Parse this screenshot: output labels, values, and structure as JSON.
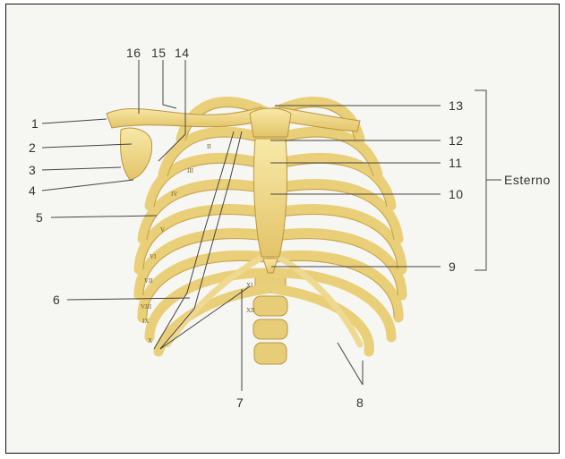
{
  "figure": {
    "labels": {
      "l1": "1",
      "l2": "2",
      "l3": "3",
      "l4": "4",
      "l5": "5",
      "l6": "6",
      "l7": "7",
      "l8": "8",
      "l9": "9",
      "l10": "10",
      "l11": "11",
      "l12": "12",
      "l13": "13",
      "l14": "14",
      "l15": "15",
      "l16": "16"
    },
    "bracket_label": "Esterno",
    "rib_numerals": [
      "II",
      "III",
      "IV",
      "V",
      "VI",
      "VII",
      "VIII",
      "IX",
      "X",
      "XI",
      "XII"
    ],
    "colors": {
      "bone": "#f2dc8a",
      "bone_shadow": "#caa74a",
      "line": "#333333",
      "background": "#f6f6f3"
    }
  }
}
